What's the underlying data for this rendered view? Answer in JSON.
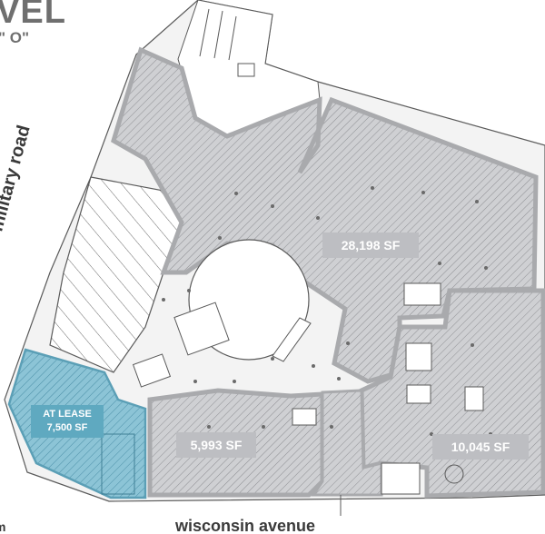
{
  "map": {
    "title_fragment": "VEL",
    "subtitle_fragment": "\" O\"",
    "roads": {
      "military": "military road",
      "wisconsin": "wisconsin avenue",
      "left_fragment": "m"
    },
    "spaces": [
      {
        "id": "space-28198",
        "label": "28,198 SF"
      },
      {
        "id": "space-5993",
        "label": "5,993 SF"
      },
      {
        "id": "space-10045",
        "label": "10,045 SF"
      }
    ],
    "lease": {
      "line1": "AT LEASE",
      "line2": "7,500 SF"
    },
    "colors": {
      "space_fill": "#cfd0d3",
      "space_border": "#b3b4b7",
      "label_box": "#bdbec2",
      "lease_fill": "#8cc4d6",
      "lease_border": "#5b9fb6",
      "lease_label": "#5fa9c0"
    }
  }
}
